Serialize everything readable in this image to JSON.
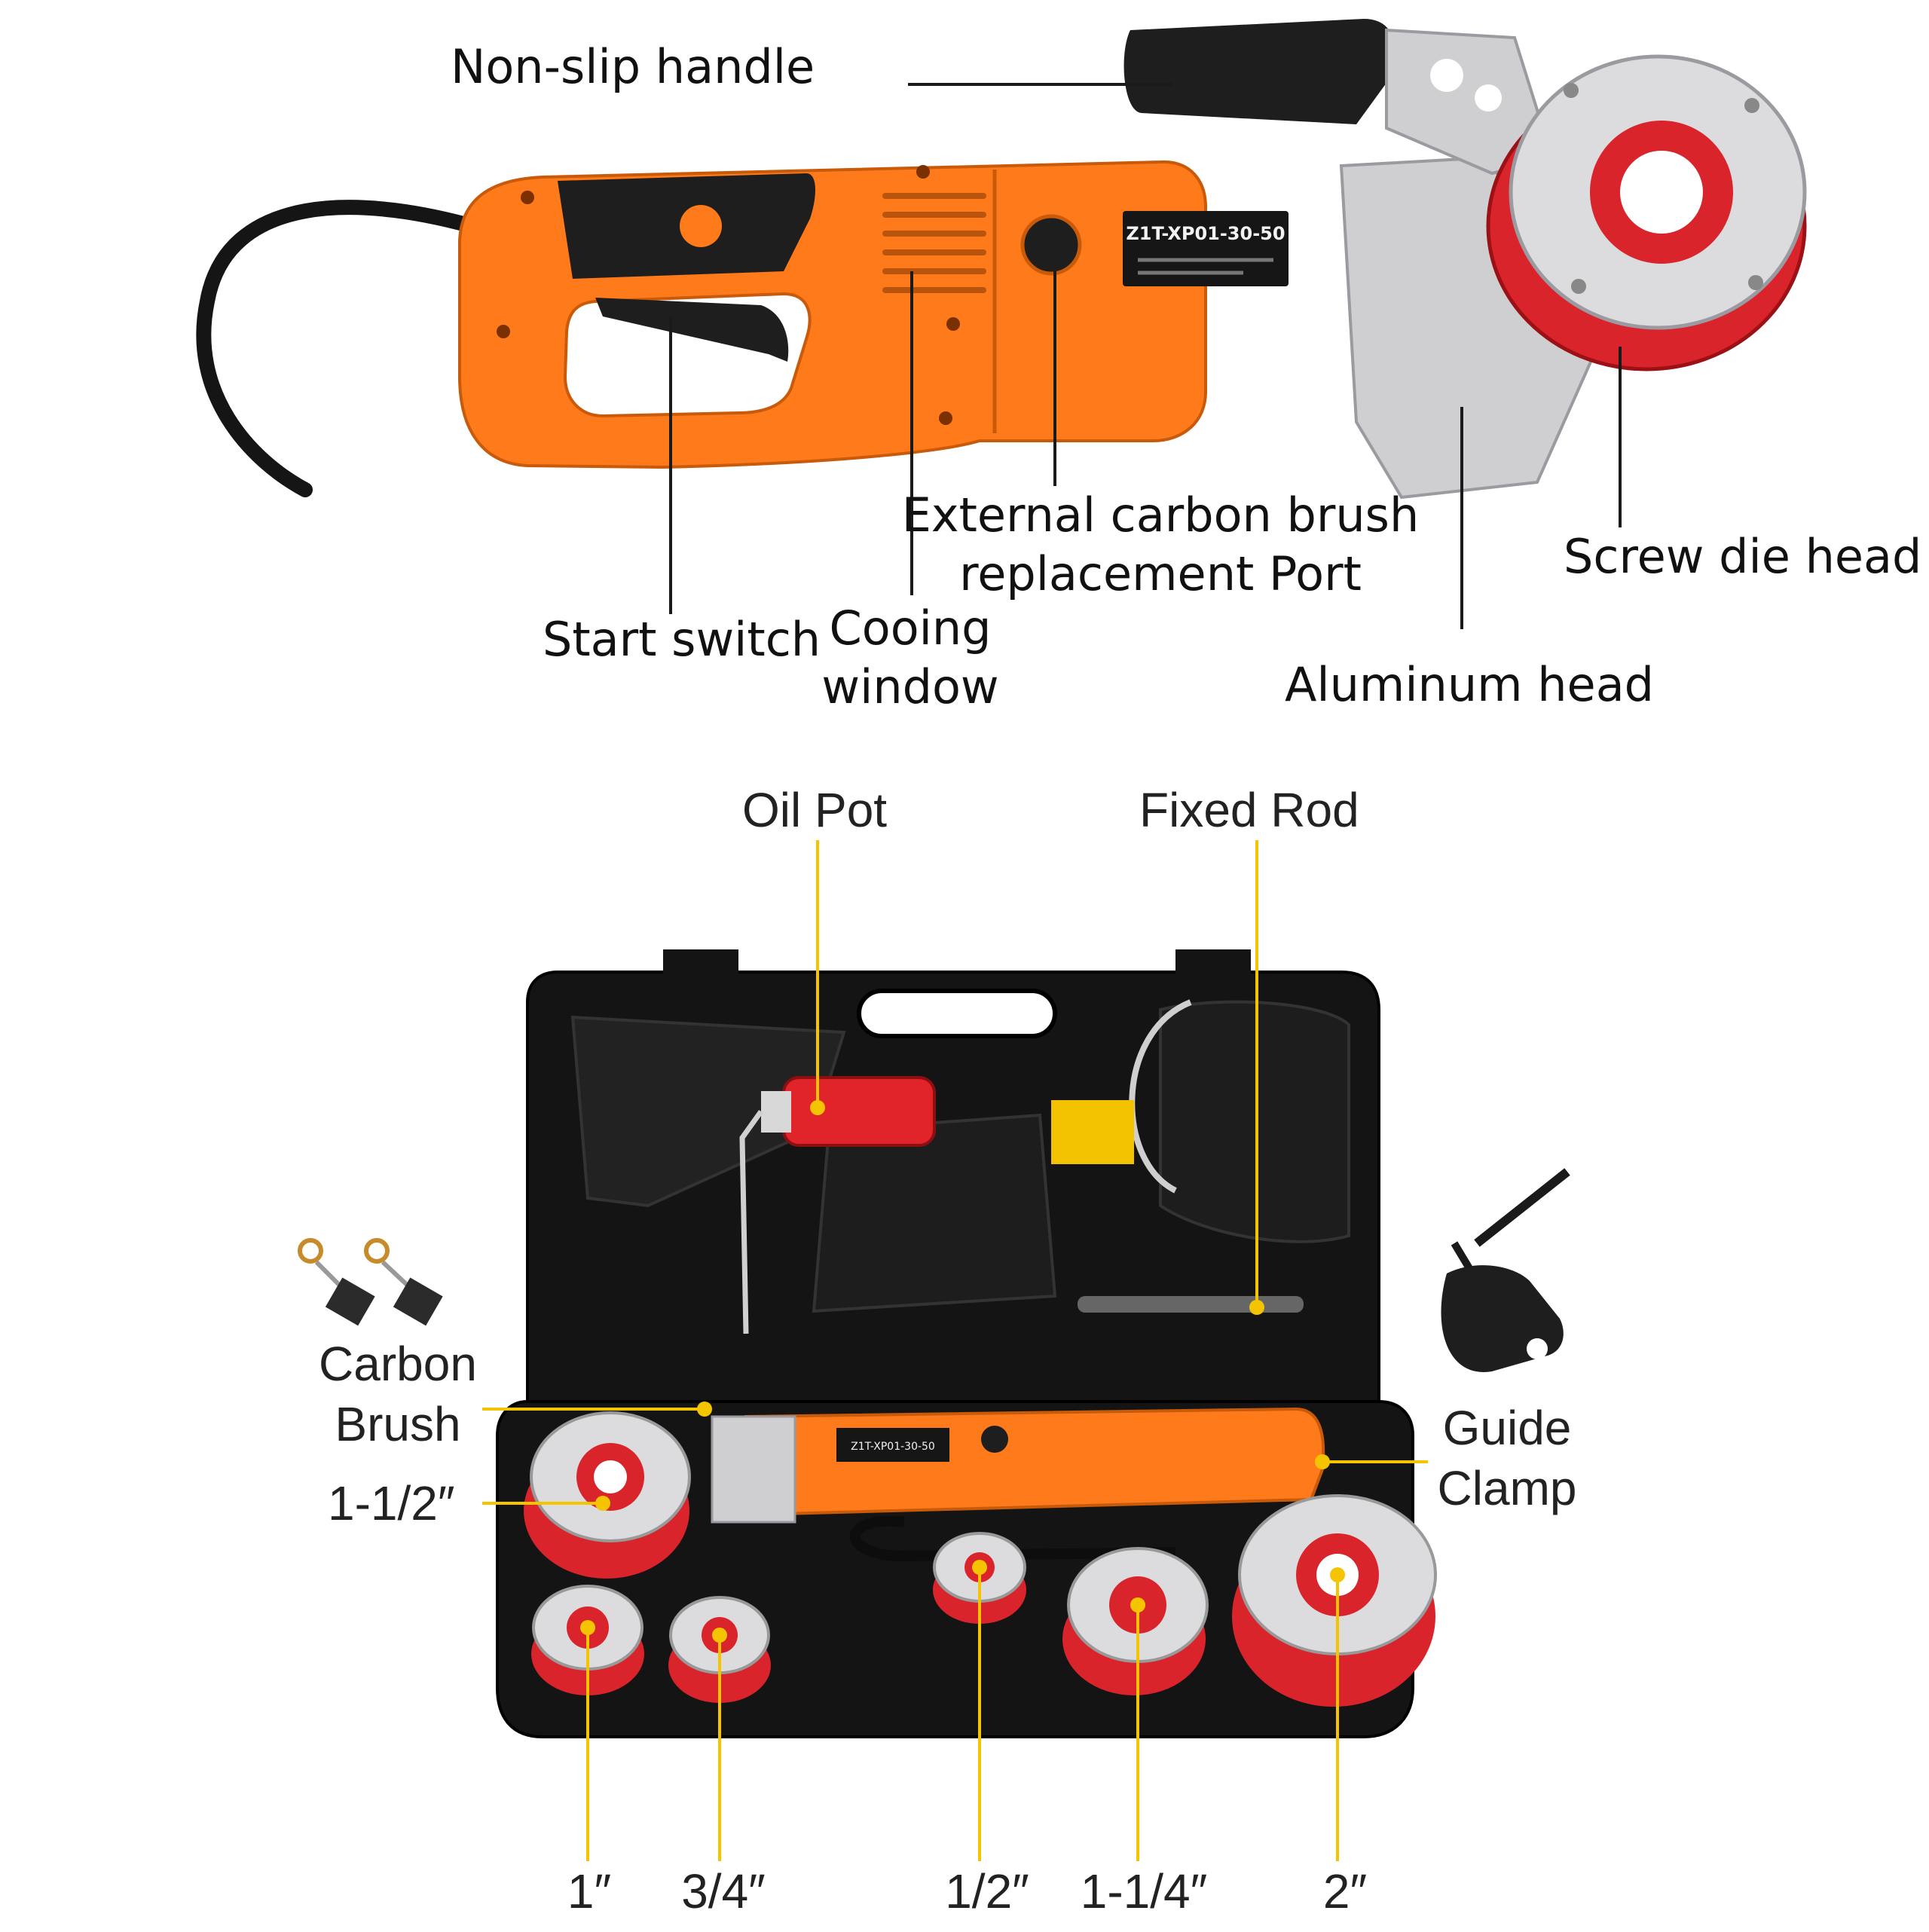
{
  "product_labels": {
    "model_plate": "Z1T-XP01-30-50",
    "model_plate_case": "Z1T-XP01-30-50"
  },
  "top_callouts": {
    "non_slip_handle": "Non-slip handle",
    "external_brush_line1": "External carbon brush",
    "external_brush_line2": "replacement Port",
    "screw_die_head": "Screw die head",
    "start_switch": "Start switch",
    "cooling_line1": "Cooing",
    "cooling_line2": "window",
    "aluminum_head": "Aluminum head"
  },
  "bottom_callouts": {
    "oil_pot": "Oil Pot",
    "fixed_rod": "Fixed Rod",
    "carbon_brush_line1": "Carbon",
    "carbon_brush_line2": "Brush",
    "die_1_1_2": "1-1/2″",
    "guide_clamp_line1": "Guide",
    "guide_clamp_line2": "Clamp",
    "die_1": "1″",
    "die_3_4": "3/4″",
    "die_1_2": "1/2″",
    "die_1_1_4": "1-1/4″",
    "die_2": "2″"
  },
  "colors": {
    "tool_orange": "#ff7a1a",
    "handle_black": "#1e1e1e",
    "aluminum": "#cfcfd2",
    "die_red": "#d8242a",
    "leader_dark": "#1a1a1a",
    "leader_yellow": "#f5c400",
    "case_black": "#141414"
  }
}
